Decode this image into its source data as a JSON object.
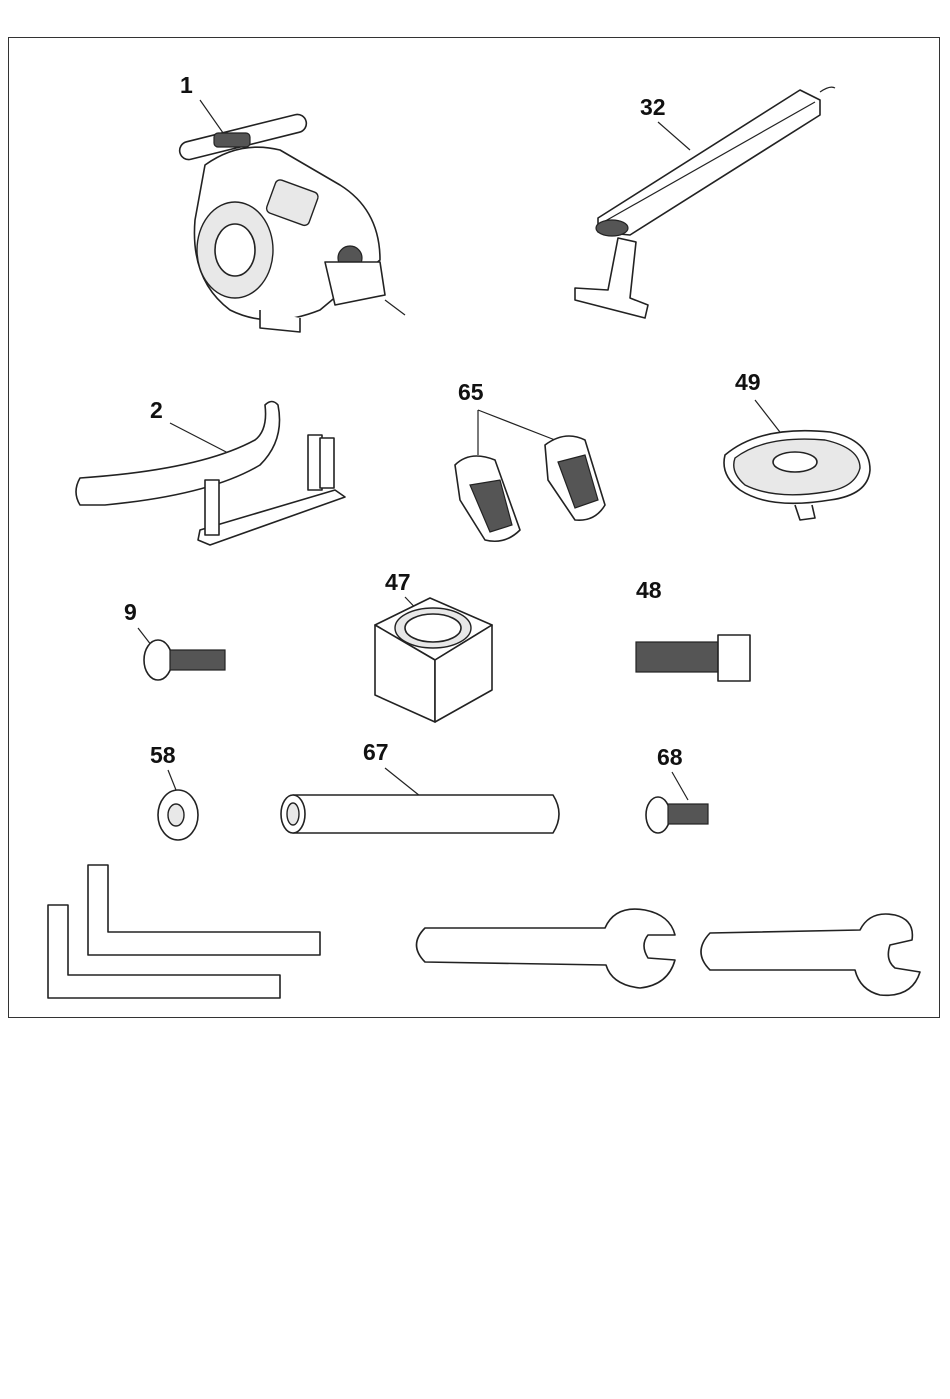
{
  "labels": {
    "part_1": "1",
    "part_32": "32",
    "part_2": "2",
    "part_65": "65",
    "part_49": "49",
    "part_9": "9",
    "part_47": "47",
    "part_48": "48",
    "part_58": "58",
    "part_67": "67",
    "part_68": "68"
  }
}
